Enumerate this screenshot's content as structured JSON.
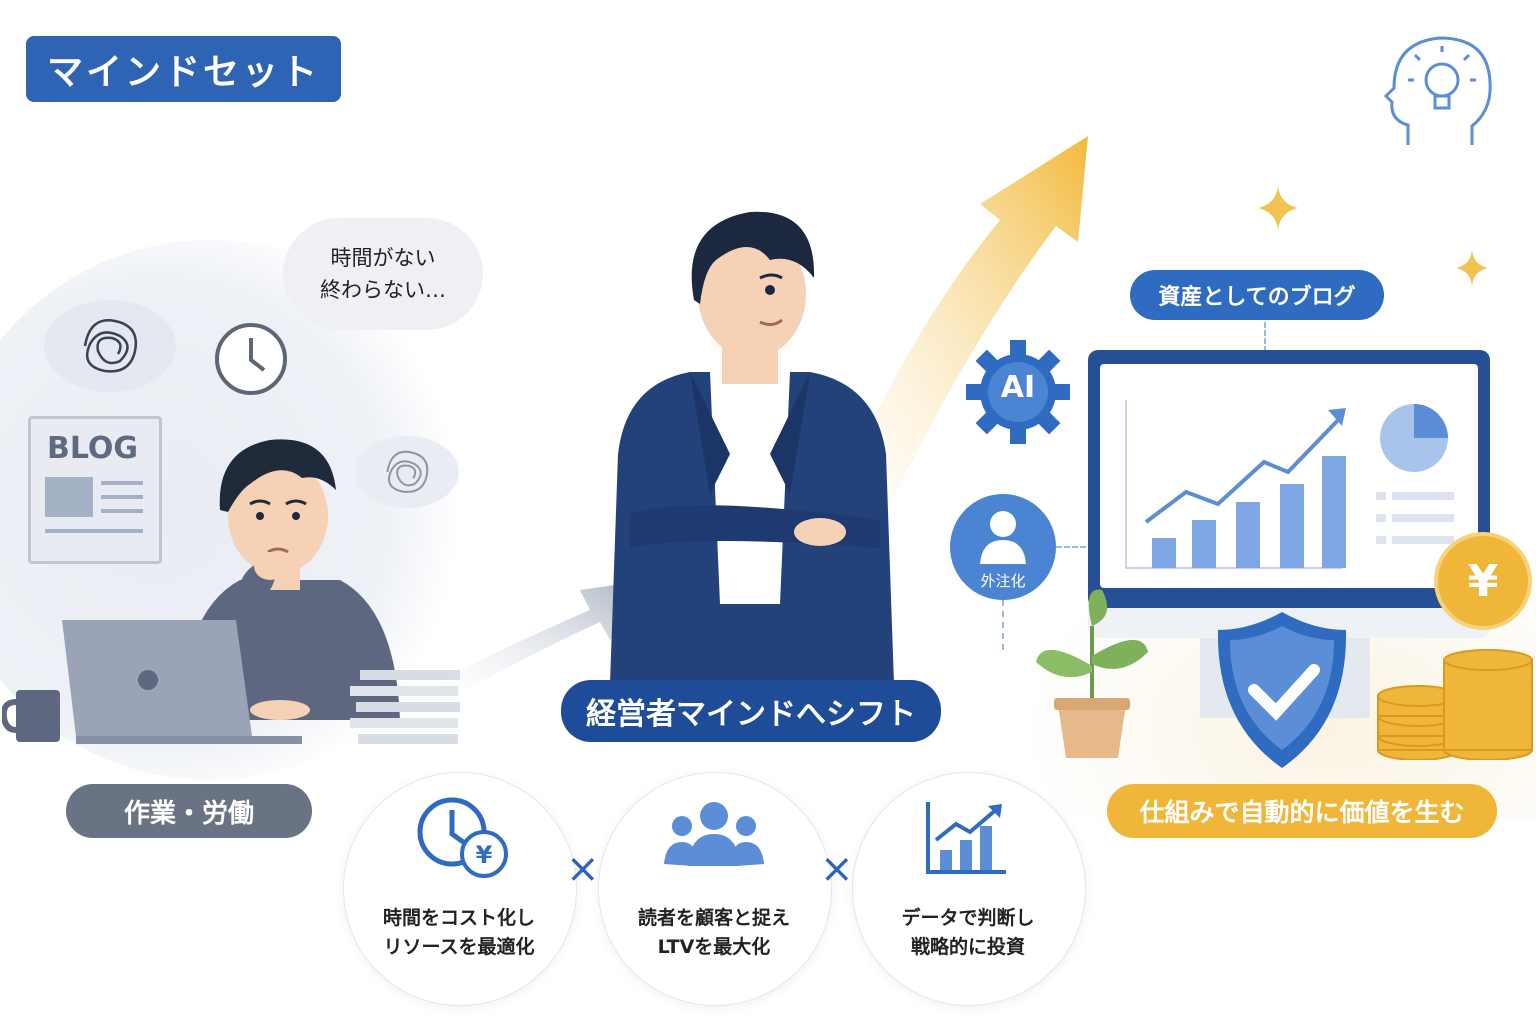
{
  "header": {
    "title": "マインドセット"
  },
  "left": {
    "thought_lines": [
      "時間がない",
      "終わらない…"
    ],
    "blog_label": "BLOG",
    "status_label": "作業・労働"
  },
  "center": {
    "shift_label": "経営者マインドへシフト"
  },
  "right": {
    "asset_label": "資産としてのブログ",
    "ai_label": "AI",
    "outsource_label": "外注化",
    "yen_symbol": "¥",
    "value_label": "仕組みで自動的に価値を生む"
  },
  "principles": [
    {
      "lines": [
        "時間をコスト化し",
        "リソースを最適化"
      ],
      "icon": "clock-yen-icon"
    },
    {
      "lines": [
        "読者を顧客と捉え",
        "LTVを最大化"
      ],
      "icon": "people-icon"
    },
    {
      "lines": [
        "データで判断し",
        "戦略的に投資"
      ],
      "icon": "growth-chart-icon"
    }
  ],
  "multiply_symbol": "×",
  "colors": {
    "brand_blue": "#2f63b3",
    "navy": "#1f4c99",
    "gray": "#6a7384",
    "gold": "#efb63a",
    "light_blue": "#7ea6e4"
  }
}
